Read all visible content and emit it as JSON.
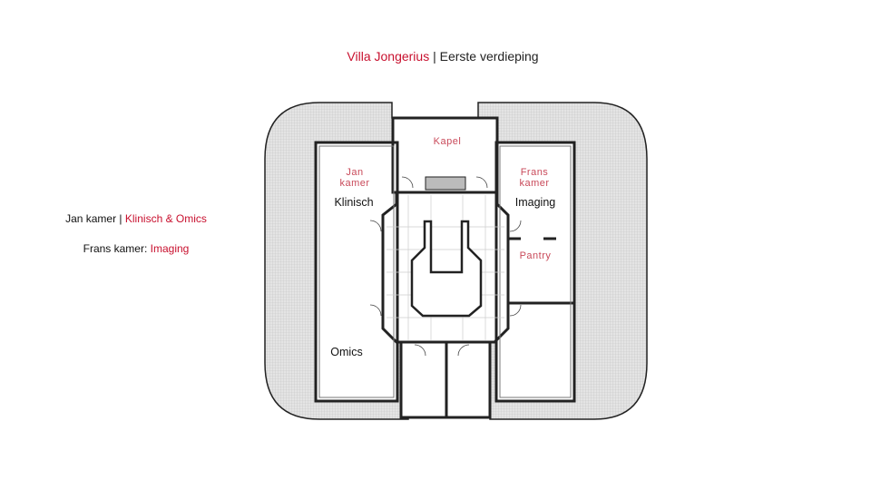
{
  "title": {
    "villa": "Villa Jongerius",
    "separator": "|",
    "floor": "Eerste verdieping"
  },
  "legend": [
    {
      "room": "Jan kamer",
      "separator": " | ",
      "use": "Klinisch & Omics"
    },
    {
      "room": "Frans kamer:",
      "separator": " ",
      "use": "Imaging"
    }
  ],
  "floorplan": {
    "kapel": "Kapel",
    "jan_line1": "Jan",
    "jan_line2": "kamer",
    "frans_line1": "Frans",
    "frans_line2": "kamer",
    "pantry": "Pantry",
    "klinisch": "Klinisch",
    "imaging": "Imaging",
    "omics": "Omics"
  },
  "colors": {
    "accent": "#c8102e",
    "room_label": "#c94a5a",
    "terrace": "#d8d8d8"
  }
}
